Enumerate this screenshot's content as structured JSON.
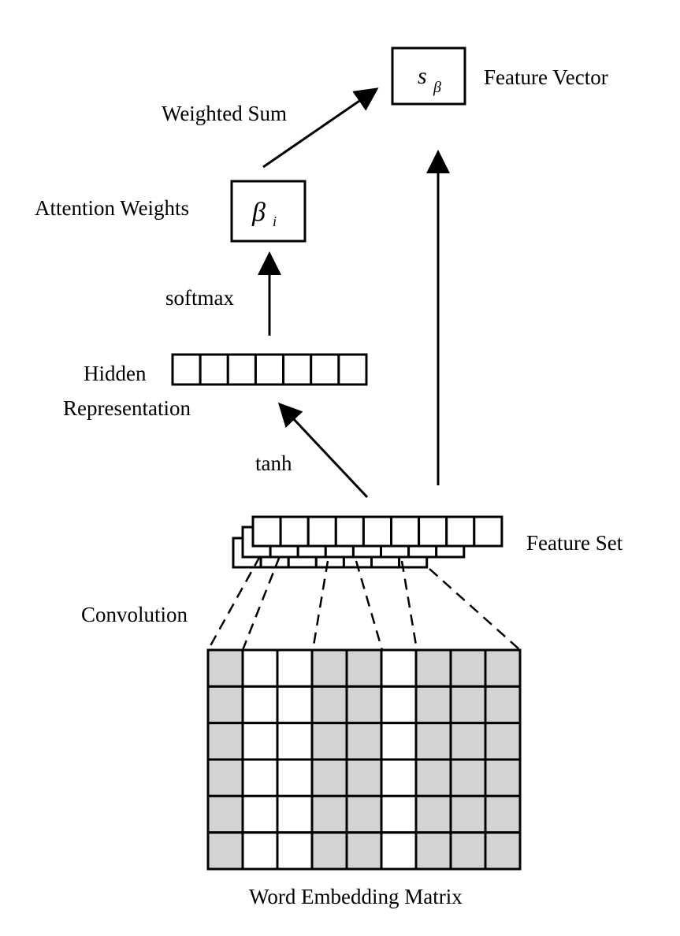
{
  "diagram": {
    "colors": {
      "stroke": "#000000",
      "shaded_cell": "#d3d3d3",
      "blank_cell": "#ffffff"
    },
    "nodes": {
      "feature_vector": {
        "symbol": "s",
        "subscript": "β",
        "label": "Feature Vector"
      },
      "attention_weights": {
        "symbol": "β",
        "subscript": "i",
        "label": "Attention Weights"
      },
      "hidden_representation": {
        "label_line1": "Hidden",
        "label_line2": "Representation",
        "cells": 7
      },
      "feature_set": {
        "label": "Feature Set",
        "layers": [
          {
            "cells": 9
          },
          {
            "cells": 8
          },
          {
            "cells": 7
          }
        ]
      },
      "word_embedding_matrix": {
        "label": "Word Embedding Matrix",
        "rows": 6,
        "columns": 9,
        "shaded_columns": [
          true,
          false,
          false,
          true,
          true,
          false,
          true,
          true,
          true
        ]
      }
    },
    "edges": {
      "weighted_sum": {
        "label": "Weighted Sum",
        "from": "attention_weights",
        "to": "feature_vector"
      },
      "softmax": {
        "label": "softmax",
        "from": "hidden_representation",
        "to": "attention_weights"
      },
      "tanh": {
        "label": "tanh",
        "from": "feature_set",
        "to": "hidden_representation"
      },
      "direct": {
        "label": "",
        "from": "feature_set",
        "to": "feature_vector"
      },
      "convolution": {
        "label": "Convolution",
        "from": "word_embedding_matrix",
        "to": "feature_set"
      }
    }
  }
}
